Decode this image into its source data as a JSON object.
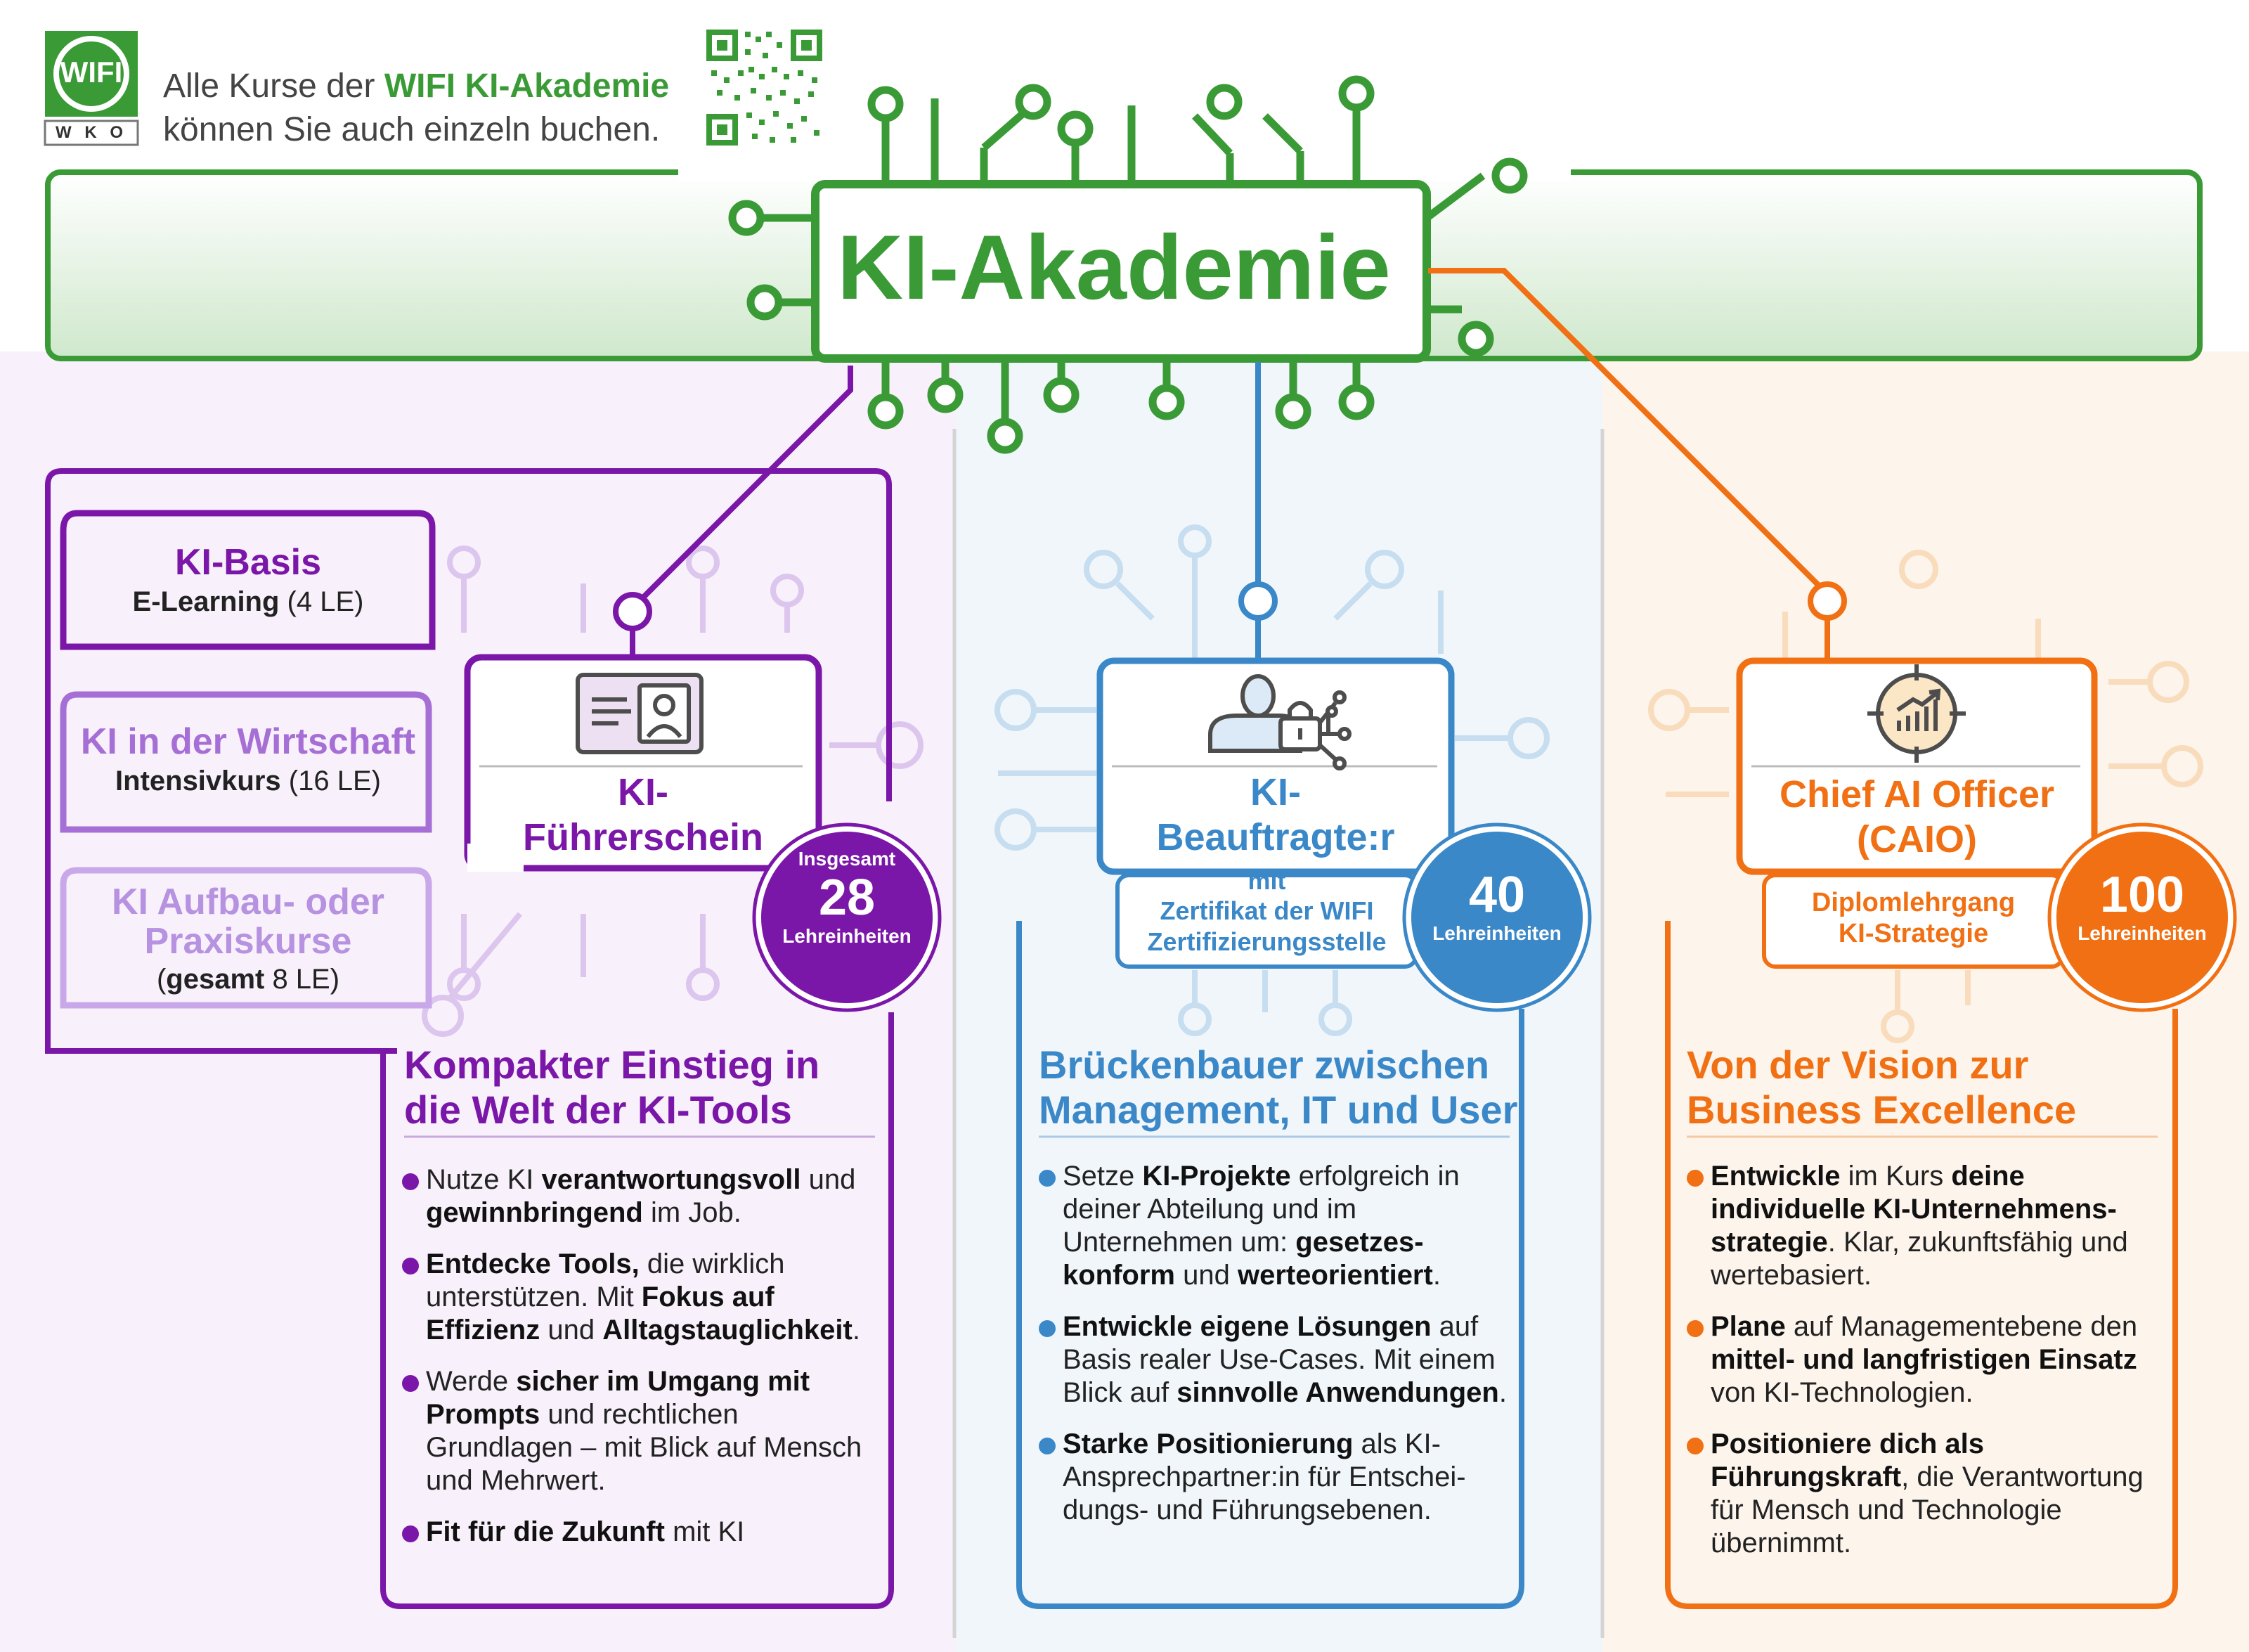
{
  "colors": {
    "green": "#3a9b36",
    "purple": "#7b17a8",
    "lavender": "#a66fd6",
    "blue": "#3a88c8",
    "orange": "#f07013"
  },
  "header": {
    "logo_top": "WIFI",
    "logo_bottom": "W K O",
    "line1_a": "Alle Kurse der ",
    "line1_b": "WIFI KI-Akademie",
    "line2": "können Sie auch einzeln buchen."
  },
  "title": "KI-Akademie",
  "purple": {
    "modules": [
      {
        "title": "KI-Basis",
        "sub_bold": "E-Learning",
        "sub": " (4 LE)"
      },
      {
        "title": "KI in der Wirtschaft",
        "sub_bold": "Intensivkurs",
        "sub": " (16 LE)"
      },
      {
        "title": "KI Aufbau- oder Praxiskurse",
        "sub_pre": "(",
        "sub_bold": "gesamt",
        "sub": " 8 LE)"
      }
    ],
    "card_title": "KI-Führerschein",
    "card_title_a": "KI-",
    "card_title_b": "Führerschein",
    "badge_pre": "Insgesamt",
    "badge_num": "28",
    "badge_label": "Lehreinheiten",
    "heading_1": "Kompakter Einstieg in",
    "heading_2": "die Welt der KI-Tools",
    "bullets": [
      [
        {
          "t": "Nutze KI "
        },
        {
          "b": "verantwortungsvoll"
        },
        {
          "t": " und "
        },
        {
          "b": "gewinnbringend"
        },
        {
          "t": " im Job."
        }
      ],
      [
        {
          "b": "Entdecke Tools,"
        },
        {
          "t": " die wirklich unterstützen. Mit "
        },
        {
          "b": "Fokus auf Effizienz"
        },
        {
          "t": " und "
        },
        {
          "b": "Alltagstauglichkeit"
        },
        {
          "t": "."
        }
      ],
      [
        {
          "t": "Werde "
        },
        {
          "b": "sicher im Umgang mit Prompts"
        },
        {
          "t": " und rechtlichen Grundlagen – mit Blick auf Mensch und Mehrwert."
        }
      ],
      [
        {
          "b": "Fit für die Zukunft"
        },
        {
          "t": " mit KI"
        }
      ]
    ]
  },
  "blue": {
    "card_title_a": "KI-",
    "card_title_b": "Beauftragte:r",
    "sub_1": "mit",
    "sub_2": "Zertifikat der WIFI",
    "sub_3": "Zertifizierungsstelle",
    "badge_num": "40",
    "badge_label": "Lehreinheiten",
    "heading_1": "Brückenbauer zwischen",
    "heading_2": "Management, IT und User",
    "bullets": [
      [
        {
          "t": "Setze "
        },
        {
          "b": "KI-Projekte"
        },
        {
          "t": " erfolgreich in deiner Abteilung und im Unternehmen um: "
        },
        {
          "b": "gesetzes-konform"
        },
        {
          "t": " und "
        },
        {
          "b": "werteorientiert"
        },
        {
          "t": "."
        }
      ],
      [
        {
          "b": "Entwickle eigene Lösungen"
        },
        {
          "t": " auf Basis realer Use-Cases. Mit einem Blick auf "
        },
        {
          "b": "sinnvolle Anwendungen"
        },
        {
          "t": "."
        }
      ],
      [
        {
          "b": "Starke Positionierung"
        },
        {
          "t": " als KI-Ansprechpartner:in für Entschei-dungs- und Führungsebenen."
        }
      ]
    ]
  },
  "orange": {
    "card_title_a": "Chief AI Officer",
    "card_title_b": "(CAIO)",
    "sub_1": "Diplomlehrgang",
    "sub_2": "KI-Strategie",
    "badge_num": "100",
    "badge_label": "Lehreinheiten",
    "heading_1": "Von der Vision zur",
    "heading_2": "Business Excellence",
    "bullets": [
      [
        {
          "b": "Entwickle"
        },
        {
          "t": " im Kurs "
        },
        {
          "b": "deine individuelle KI-Unternehmens-strategie"
        },
        {
          "t": ". Klar, zukunftsfähig und wertebasiert."
        }
      ],
      [
        {
          "b": "Plane"
        },
        {
          "t": " auf Managementebene den "
        },
        {
          "b": "mittel- und langfristigen Einsatz"
        },
        {
          "t": " von KI-Technologien."
        }
      ],
      [
        {
          "b": "Positioniere dich als Führungskraft"
        },
        {
          "t": ", die Verantwortung für Mensch und Technologie übernimmt."
        }
      ]
    ]
  },
  "icons": {
    "logo": "wifi-logo",
    "qr": "qr-code",
    "chip": "circuit-chip",
    "purple_card": "id-card-icon",
    "blue_card": "person-lock-network-icon",
    "orange_card": "target-chart-icon"
  }
}
